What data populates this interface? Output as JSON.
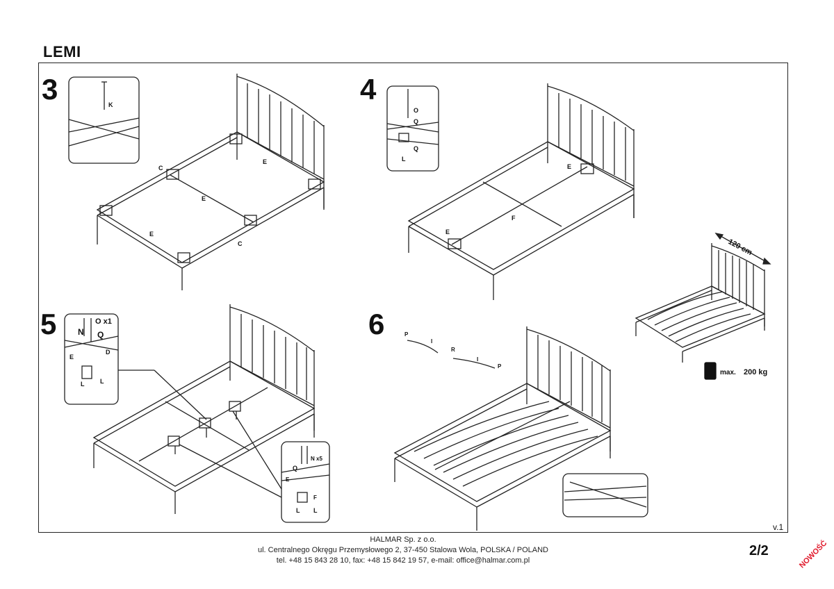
{
  "document": {
    "title": "LEMI",
    "steps": [
      "3",
      "4",
      "5",
      "6"
    ],
    "version": "v.1",
    "page_number": "2/2",
    "badge": "NOWOŚĆ"
  },
  "footer": {
    "company": "HALMAR Sp. z o.o.",
    "address": "ul. Centralnego Okręgu Przemysłowego 2, 37-450 Stalowa Wola, POLSKA / POLAND",
    "contact": "tel. +48 15 843 28 10, fax: +48 15 842 19 57, e-mail: office@halmar.com.pl"
  },
  "labels": {
    "s3": {
      "k": "K",
      "c_top": "C",
      "e_right": "E",
      "e_mid": "E",
      "e_left": "E",
      "c_front": "C"
    },
    "s4": {
      "o": "O",
      "q1": "Q",
      "q2": "Q",
      "l": "L",
      "e": "E",
      "e_front": "E",
      "f": "F"
    },
    "s5": {
      "ox": "O x1",
      "n": "N",
      "q": "Q",
      "e": "E",
      "d": "D",
      "l1": "L",
      "l2": "L",
      "nx": "N x5",
      "q2": "Q",
      "e2": "E",
      "f": "F",
      "l3": "L",
      "l4": "L"
    },
    "s6": {
      "p1": "P",
      "i1": "I",
      "r": "R",
      "i2": "I",
      "p2": "P"
    }
  },
  "specs": {
    "width": "120 cm",
    "max_label": "max.",
    "max_value": "200 kg"
  }
}
